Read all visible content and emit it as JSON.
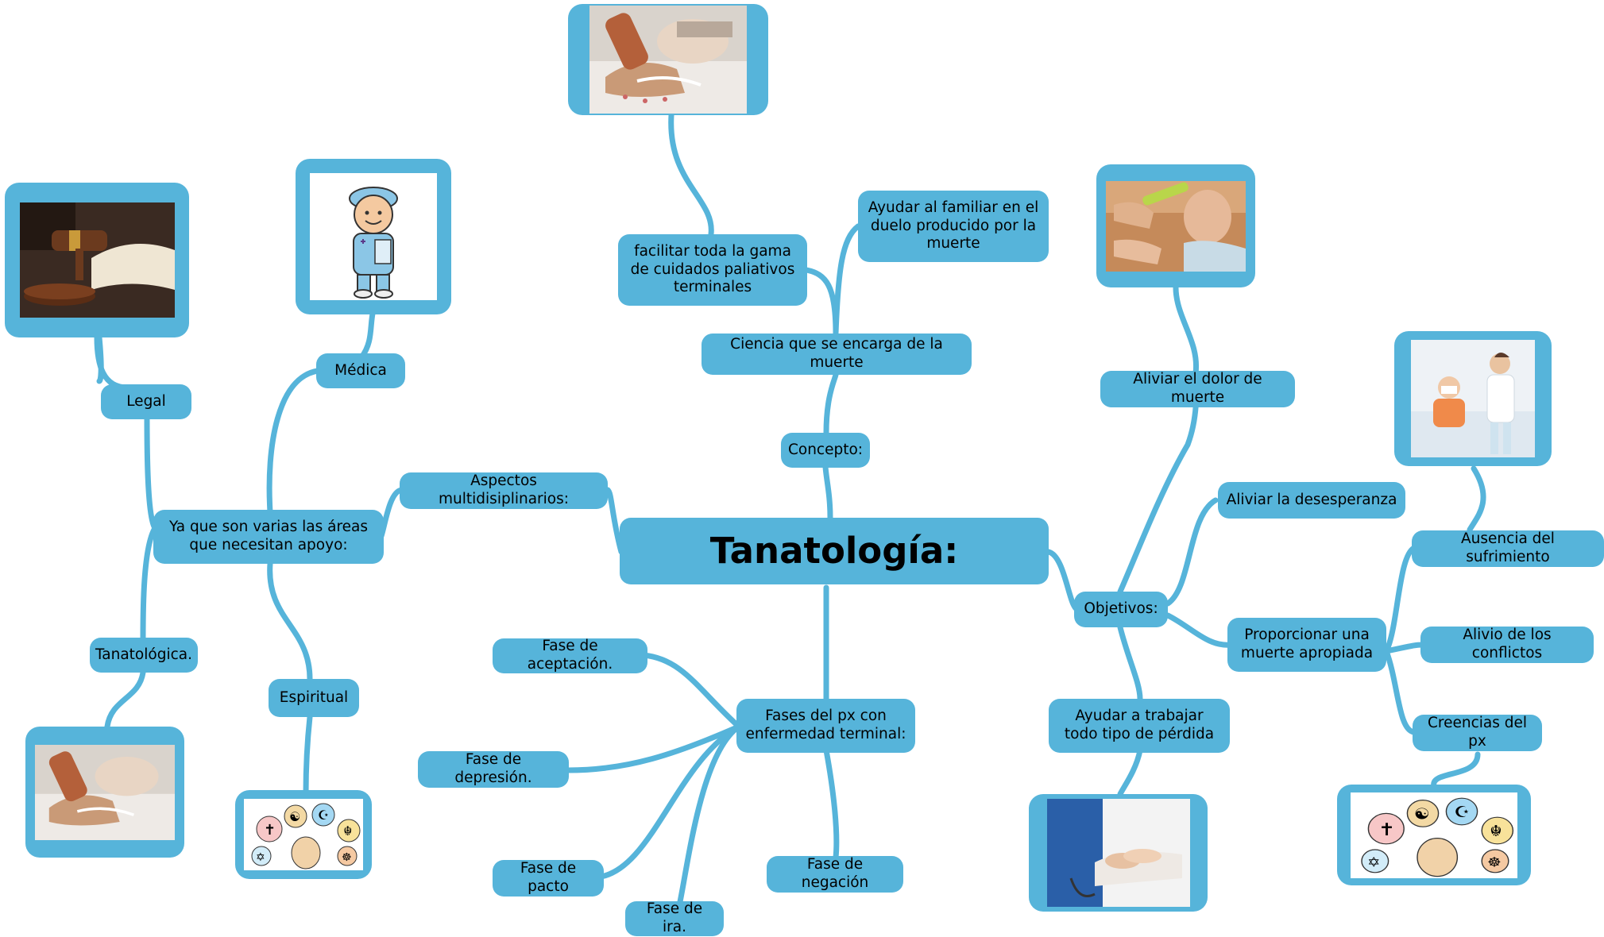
{
  "colors": {
    "node": "#56b4da",
    "line": "#56b4da",
    "text": "#000000",
    "background": "#ffffff"
  },
  "central": "Tanatología:",
  "branches": {
    "concepto": {
      "label": "Concepto:",
      "ciencia": "Ciencia que se encarga de la muerte",
      "facilitar": "facilitar toda la gama de cuidados paliativos terminales",
      "ayudar_familiar": "Ayudar al familiar en el duelo producido por la muerte"
    },
    "aspectos": {
      "label": "Aspectos multidisiplinarios:",
      "areas": "Ya que son varias las áreas que necesitan apoyo:",
      "medica": "Médica",
      "legal": "Legal",
      "tanatologica": "Tanatológica.",
      "espiritual": "Espiritual"
    },
    "fases": {
      "label": "Fases del px con enfermedad terminal:",
      "aceptacion": "Fase de aceptación.",
      "depresion": "Fase de depresión.",
      "pacto": "Fase de pacto",
      "ira": "Fase de ira.",
      "negacion": "Fase de negación"
    },
    "objetivos": {
      "label": "Objetivos:",
      "aliviar_dolor": "Aliviar el dolor de muerte",
      "aliviar_desesperanza": "Aliviar la desesperanza",
      "proporcionar": "Proporcionar una muerte apropiada",
      "ausencia": "Ausencia del sufrimiento",
      "alivio_conflictos": "Alivio de los conflictos",
      "creencias": "Creencias del px",
      "ayudar_perdida": "Ayudar a trabajar todo tipo de pérdida"
    }
  },
  "images": {
    "top_hospital": "hospital-bed-hands-photo",
    "doctor": "doctor-cartoon-illustration",
    "legal": "gavel-and-book-photo",
    "tanatologica": "hospital-bed-hands-photo",
    "espiritual": "religious-symbols-thinking-illustration",
    "pills": "elderly-man-pills-photo",
    "nurse_patient": "nurse-with-patient-photo",
    "hands_care": "caregiver-holding-hand-photo",
    "creencias": "religious-symbols-thinking-illustration"
  }
}
